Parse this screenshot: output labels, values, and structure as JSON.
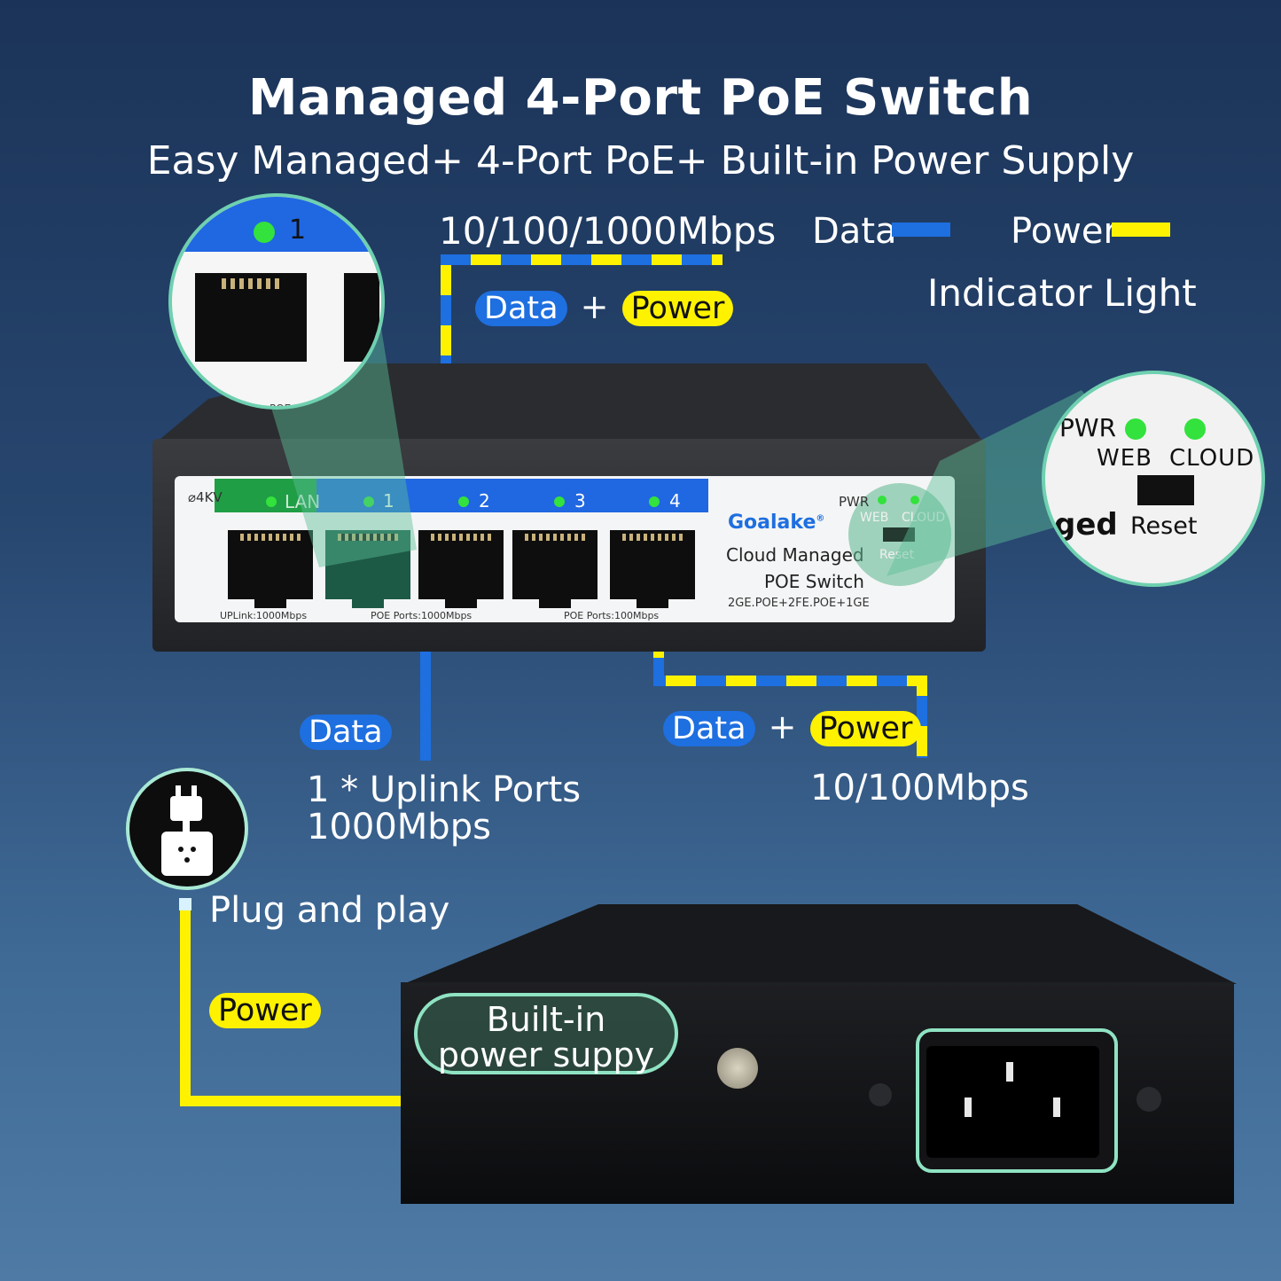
{
  "header": {
    "title": "Managed 4-Port PoE Switch",
    "subtitle": "Easy Managed+ 4-Port PoE+ Built-in Power Supply"
  },
  "legend": {
    "data_label": "Data",
    "power_label": "Power",
    "data_color": "#1e6fe0",
    "power_color": "#fff200"
  },
  "callouts": {
    "speed_top": "10/100/1000Mbps",
    "top_data_pill": "Data",
    "top_plus": "+",
    "top_power_pill": "Power",
    "indicator_light": "Indicator Light",
    "uplink_data_pill": "Data",
    "uplink_line1": "1 * Uplink Ports",
    "uplink_line2": "1000Mbps",
    "bottom_data_pill": "Data",
    "bottom_plus": "+",
    "bottom_power_pill": "Power",
    "speed_bottom": "10/100Mbps",
    "plug_and_play": "Plug and play",
    "power_pill": "Power",
    "builtin_line1": "Built-in",
    "builtin_line2": "power suppy"
  },
  "panel": {
    "surge": "⌀4KV",
    "lan": "LAN",
    "ports": [
      "1",
      "2",
      "3",
      "4"
    ],
    "brand": "Goalake",
    "reg": "®",
    "model_line1": "Cloud Managed",
    "model_line2": "POE Switch",
    "spec": "2GE.POE+2FE.POE+1GE",
    "pwr": "PWR",
    "web": "WEB",
    "cloud": "CLOUD",
    "reset": "Reset",
    "uplink_caption": "UPLink:1000Mbps",
    "poe1000_caption": "POE Ports:1000Mbps",
    "poe100_caption": "POE Ports:100Mbps"
  },
  "magnifier_left": {
    "port_number": "1",
    "caption": "POE"
  },
  "magnifier_right": {
    "pwr": "PWR",
    "web": "WEB",
    "cloud": "CLOUD",
    "reset": "Reset",
    "fragment": "ged"
  },
  "colors": {
    "led_green": "#33e23c",
    "accent_mint": "#8fe3c3"
  }
}
